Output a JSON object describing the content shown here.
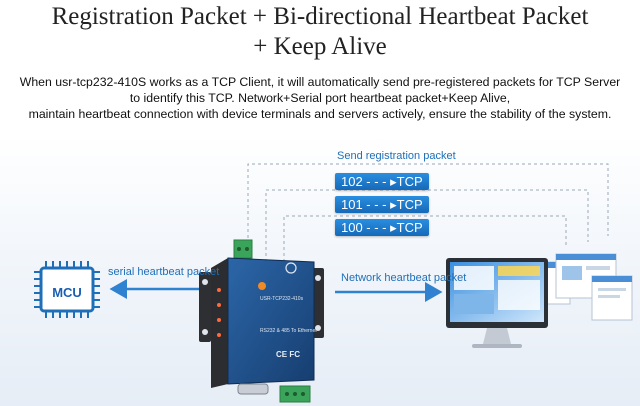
{
  "title": {
    "line1": "Registration Packet + Bi-directional Heartbeat Packet",
    "line2": "+ Keep Alive"
  },
  "description": {
    "line1": "When usr-tcp232-410S works as a TCP Client, it will automatically send pre-registered packets for TCP Server",
    "line2": "to identify this TCP. Network+Serial port heartbeat packet+Keep Alive,",
    "line3": "maintain heartbeat connection with device terminals and servers actively, ensure the stability of the system."
  },
  "diagram": {
    "registration_label": "Send registration packet",
    "packets": [
      {
        "text": "102 - - - ▸TCP"
      },
      {
        "text": "101 - - - ▸TCP"
      },
      {
        "text": "100 - - - ▸TCP"
      }
    ],
    "serial_label": "serial heartbeat packet",
    "network_label": "Network heartbeat packet",
    "mcu_label": "MCU",
    "device": {
      "model": "USR-TCP232-410s",
      "subtitle": "RS232 & 485 To Ethernet",
      "cert": "CE FC"
    }
  },
  "colors": {
    "accent": "#1f6fb8",
    "arrow": "#2f82cf",
    "device_body": "#1f4f8c",
    "terminal": "#3aa55a"
  }
}
